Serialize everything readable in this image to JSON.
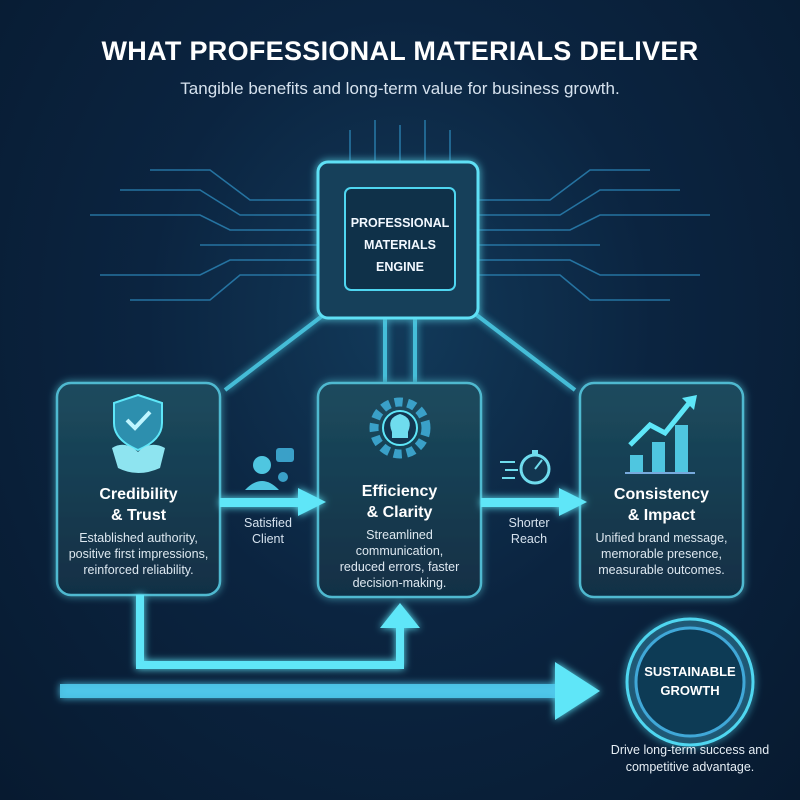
{
  "header": {
    "title": "WHAT PROFESSIONAL MATERIALS DELIVER",
    "subtitle": "Tangible benefits and long-term value for business growth."
  },
  "engine": {
    "line1": "PROFESSIONAL",
    "line2": "MATERIALS",
    "line3": "ENGINE"
  },
  "cards": [
    {
      "title1": "Credibility",
      "title2": "& Trust",
      "desc": [
        "Established authority,",
        "positive first impressions,",
        "reinforced reliability."
      ],
      "icon": "shield-handshake-icon"
    },
    {
      "title1": "Efficiency",
      "title2": "& Clarity",
      "desc": [
        "Streamlined",
        "communication,",
        "reduced errors, faster",
        "decision-making."
      ],
      "icon": "gear-lightbulb-icon"
    },
    {
      "title1": "Consistency",
      "title2": "& Impact",
      "desc": [
        "Unified brand message,",
        "memorable presence,",
        "measurable outcomes."
      ],
      "icon": "growth-chart-icon"
    }
  ],
  "connectors": [
    {
      "line1": "Satisfied",
      "line2": "Client",
      "icon": "satisfied-client-icon"
    },
    {
      "line1": "Shorter",
      "line2": "Reach",
      "icon": "stopwatch-icon"
    }
  ],
  "outcome": {
    "line1": "SUSTAINABLE",
    "line2": "GROWTH",
    "desc1": "Drive long-term success and",
    "desc2": "competitive advantage."
  },
  "colors": {
    "accent": "#4fd6f0",
    "card_bg": "#163d52",
    "background": "#0b2440"
  }
}
